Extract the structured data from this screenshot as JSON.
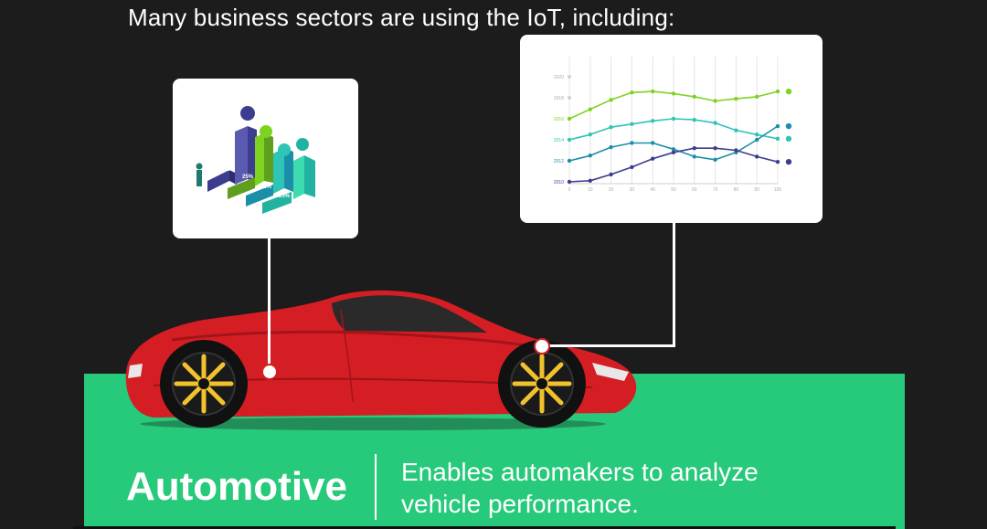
{
  "headline": "Many business sectors are using the IoT, including:",
  "sector": {
    "title": "Automotive",
    "description": "Enables automakers to analyze vehicle performance."
  },
  "colors": {
    "background": "#1c1c1c",
    "panel": "#27c97a",
    "car_body": "#d41e24",
    "wheel_spokes": "#f2c12e"
  },
  "stair_chart": {
    "percent_labels": [
      "35%",
      "25%",
      "15%",
      "25%"
    ],
    "icons": [
      "person-icon",
      "anchor-icon",
      "bulb-icon",
      "flask-icon",
      "factory-icon"
    ]
  },
  "line_chart": {
    "x_ticks": [
      "0",
      "10",
      "20",
      "30",
      "40",
      "50",
      "60",
      "70",
      "80",
      "90",
      "100"
    ],
    "y_ticks": [
      "2010",
      "2012",
      "2014",
      "2016",
      "2018",
      "2020"
    ],
    "series_icons": [
      "anchor-icon",
      "bulb-icon",
      "flask-icon",
      "money-bag-icon"
    ],
    "series_colors": [
      "#7ed321",
      "#2ec4b6",
      "#1b8fa8",
      "#3d3d8f"
    ]
  }
}
